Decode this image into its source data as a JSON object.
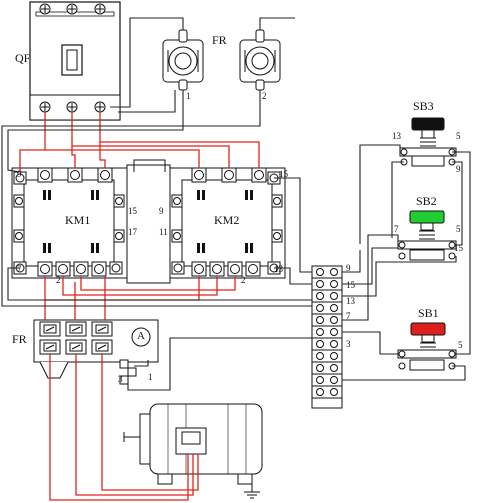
{
  "labels": {
    "qf": "QF",
    "fr_top": "FR",
    "fr_top_t1": "1",
    "fr_top_t2": "2",
    "sb3": "SB3",
    "sb2": "SB2",
    "sb1": "SB1",
    "km1": "KM1",
    "km2": "KM2",
    "fr_bottom": "FR",
    "ammeter": "A",
    "km1_left_top": "9",
    "km1_left_bottom": "7",
    "km1_right_top": "15",
    "km1_right_bottom": "17",
    "km1_bottom_2": "2",
    "km2_left_top": "9",
    "km2_left_bottom": "11",
    "km2_right_top": "15",
    "km2_right_bottom": "13",
    "km2_bottom_2": "2",
    "tb_9": "9",
    "tb_15": "15",
    "tb_13": "13",
    "tb_7": "7",
    "tb_3": "3",
    "sb3_13": "13",
    "sb3_5": "5",
    "sb3_9": "9",
    "sb2_7": "7",
    "sb2_5": "5",
    "sb2_15": "15",
    "sb1_5": "5",
    "fr_b_3": "3",
    "fr_b_1": "1"
  },
  "colors": {
    "wire_power": "#e2231a",
    "wire_control": "#222222",
    "start_button": "#22cc33",
    "stop_button": "#dd1f1f",
    "reverse_button": "#111111"
  }
}
